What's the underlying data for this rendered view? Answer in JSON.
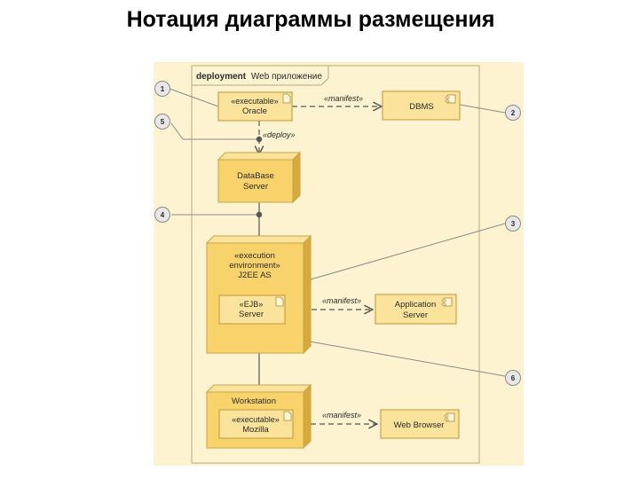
{
  "title": "Нотация диаграммы размещения",
  "frame": {
    "keyword": "deployment",
    "name": "Web приложение"
  },
  "colors": {
    "canvas": "#fdf3d0",
    "node": "#f8d36b",
    "artifact": "#fbe39c",
    "stroke": "#c8a44a",
    "line": "#555555",
    "callout": "#e7e7e7"
  },
  "artifacts": {
    "oracle": {
      "stereo": "«executable»",
      "name": "Oracle"
    },
    "dbms": {
      "name": "DBMS"
    },
    "ejb": {
      "stereo": "«EJB»",
      "name": "Server"
    },
    "app_server": {
      "line1": "Application",
      "line2": "Server"
    },
    "mozilla": {
      "stereo": "«executable»",
      "name": "Mozilla"
    },
    "web_browser": {
      "name": "Web Browser"
    }
  },
  "nodes": {
    "db_server": {
      "line1": "DataBase",
      "line2": "Server"
    },
    "j2ee": {
      "line1": "«execution",
      "line2": "environment»",
      "line3": "J2EE AS"
    },
    "workstation": {
      "name": "Workstation"
    }
  },
  "relations": {
    "manifest": "«manifest»",
    "deploy": "«deploy»"
  },
  "callouts": [
    "1",
    "2",
    "3",
    "4",
    "5",
    "6"
  ]
}
